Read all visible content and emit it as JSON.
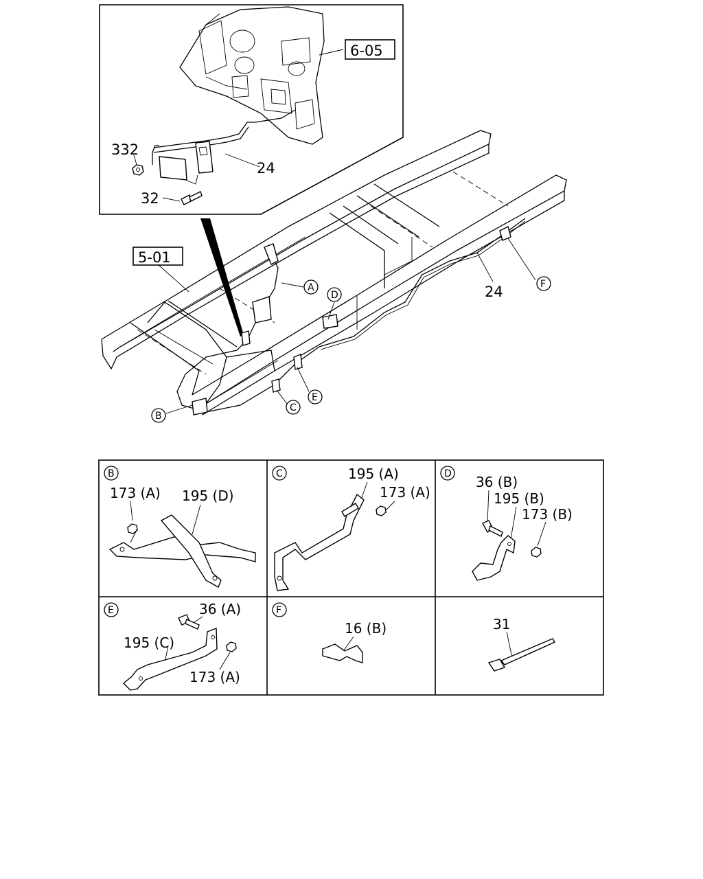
{
  "inset": {
    "ref_box": "6-05",
    "labels": {
      "nut": "332",
      "cable": "24",
      "bolt": "32"
    }
  },
  "main": {
    "ref_box": "5-01",
    "cable_label": "24",
    "callouts": {
      "a": "A",
      "b": "B",
      "c": "C",
      "d": "D",
      "e": "E",
      "f": "F"
    }
  },
  "details": {
    "b": {
      "letter": "B",
      "nut": "173 (A)",
      "bracket": "195 (D)"
    },
    "c": {
      "letter": "C",
      "bracket": "195 (A)",
      "nut": "173 (A)"
    },
    "d": {
      "letter": "D",
      "bolt": "36 (B)",
      "bracket": "195 (B)",
      "nut": "173 (B)"
    },
    "e": {
      "letter": "E",
      "bolt": "36 (A)",
      "bracket": "195 (C)",
      "nut": "173 (A)"
    },
    "f": {
      "letter": "F",
      "clip": "16 (B)"
    },
    "g": {
      "tie": "31"
    }
  }
}
